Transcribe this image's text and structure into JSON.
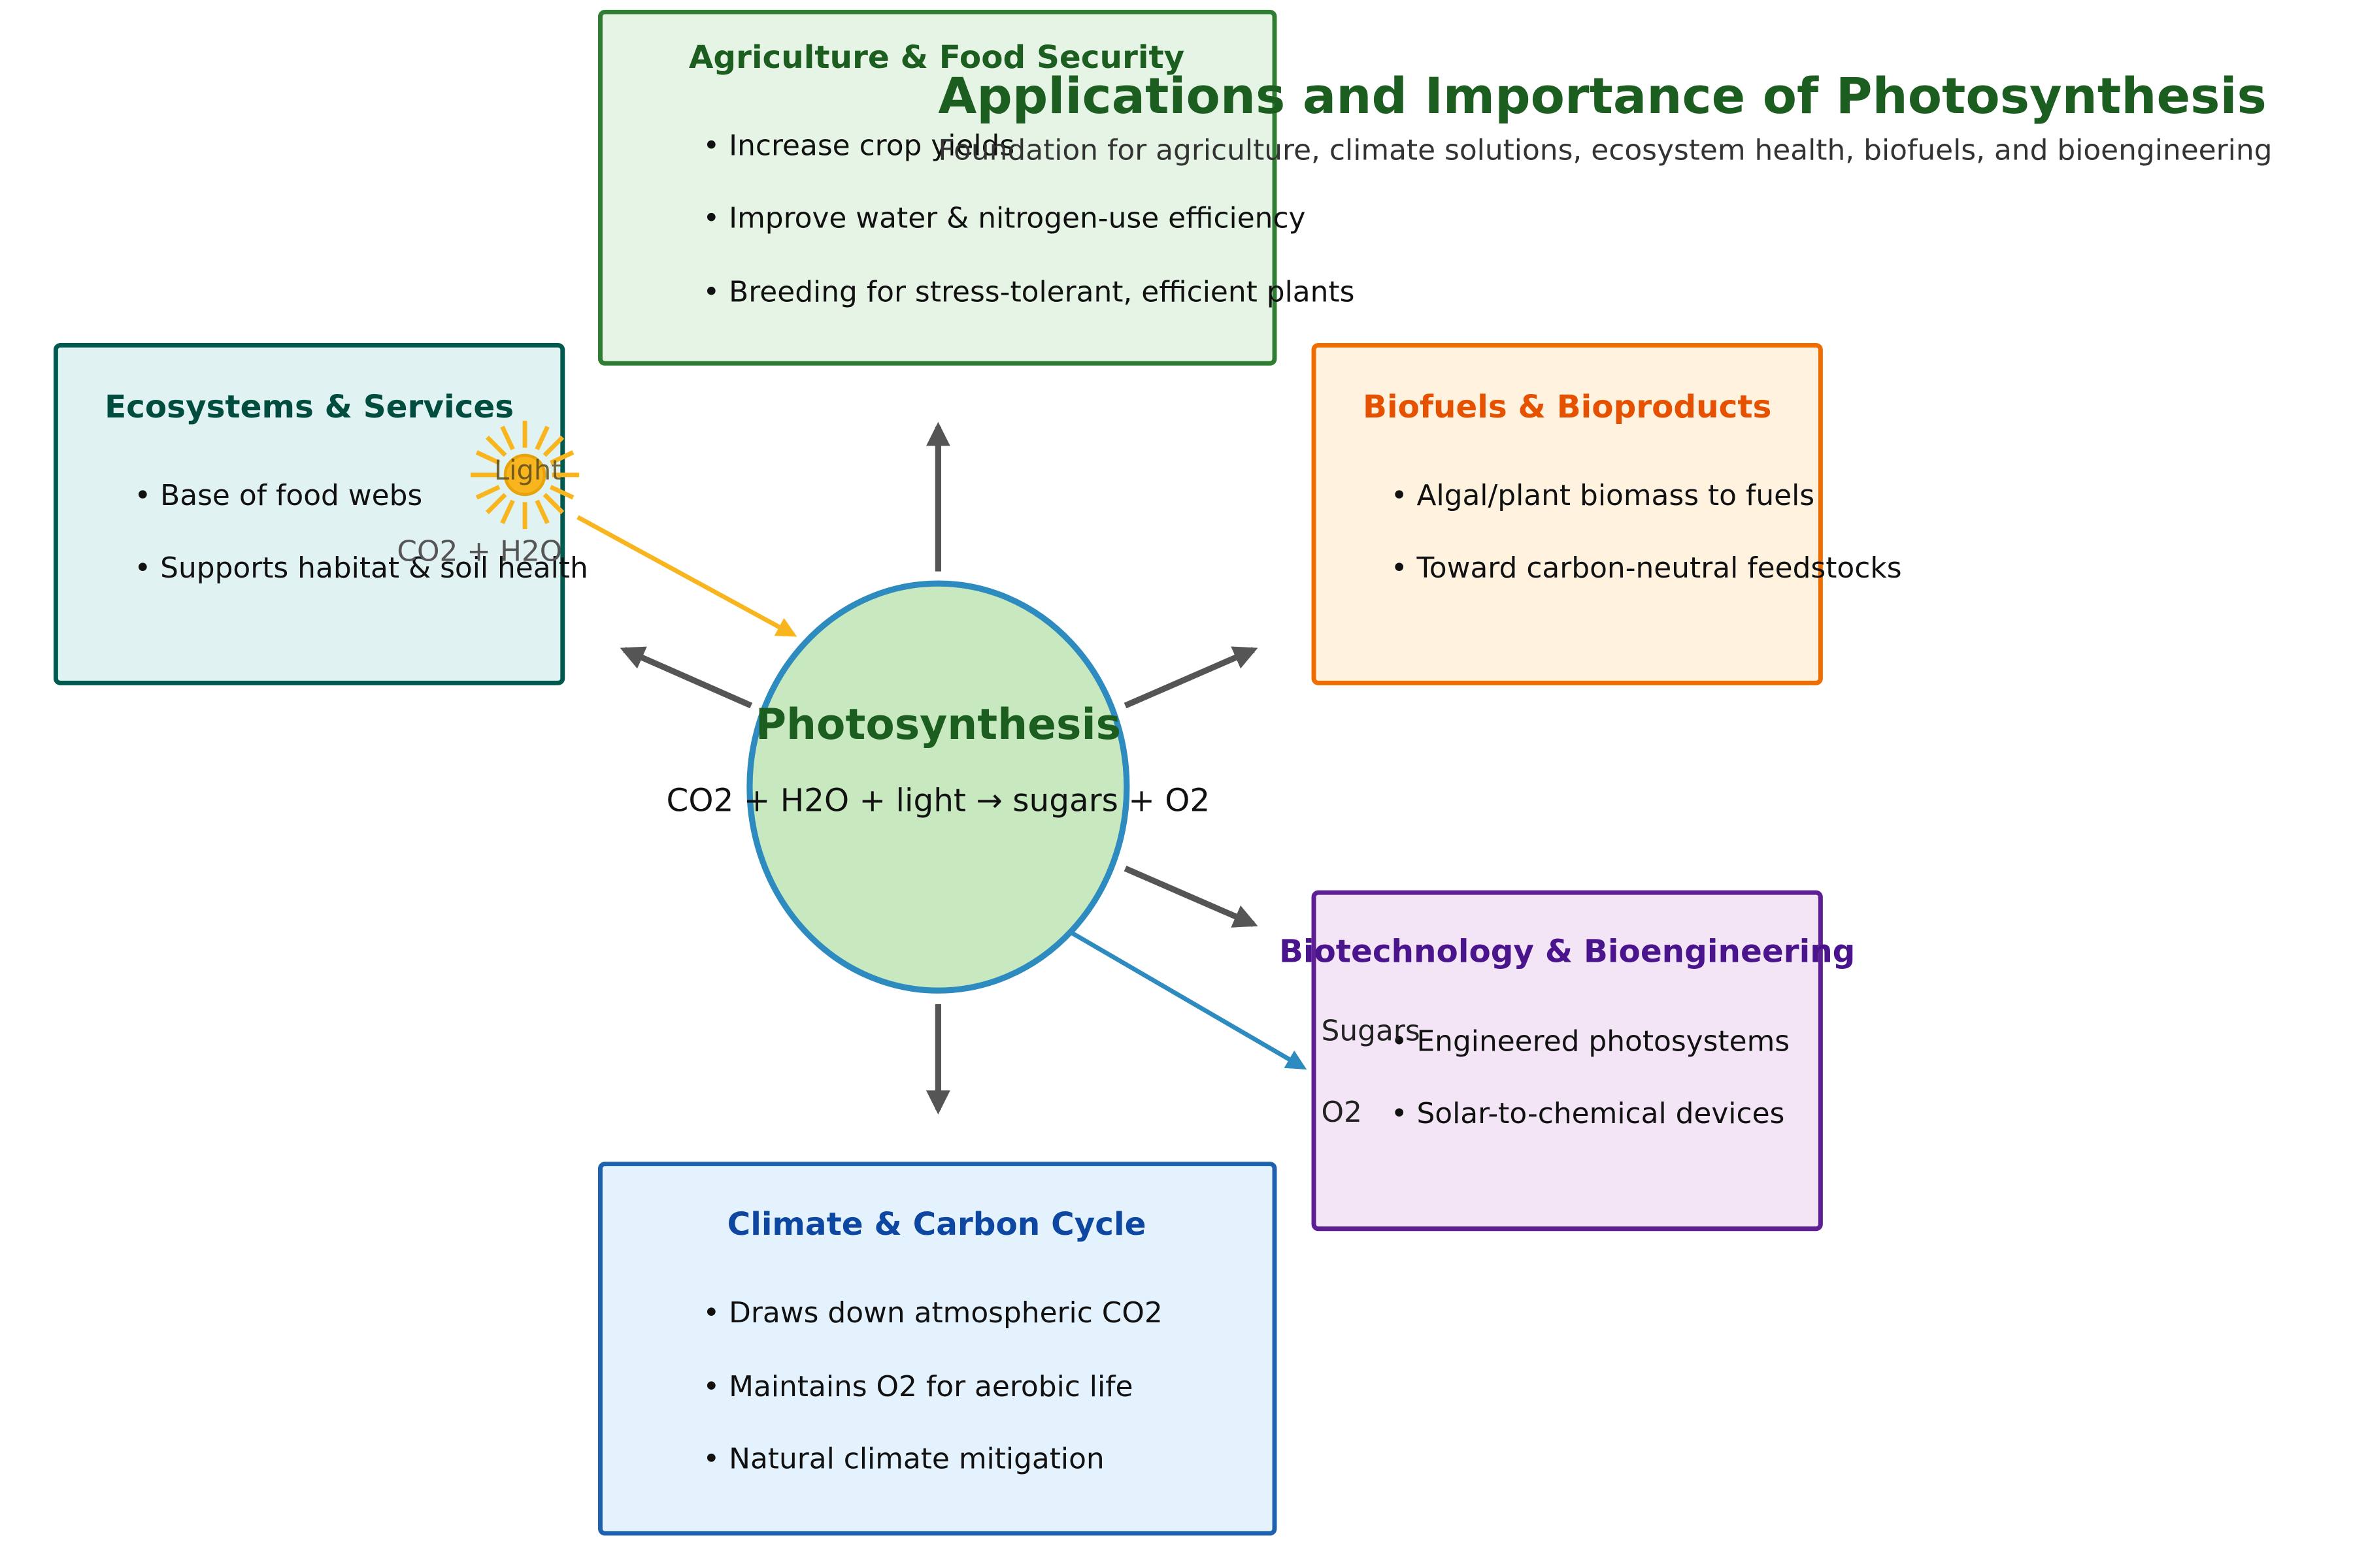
{
  "header": {
    "title": "Applications and Importance of Photosynthesis",
    "subtitle": "Foundation for agriculture, climate solutions, ecosystem health, biofuels, and bioengineering"
  },
  "center": {
    "title": "Photosynthesis",
    "equation": "CO2 + H2O + light → sugars + O2"
  },
  "inputs": {
    "light_label": "Light",
    "reactants_label": "CO2 + H2O"
  },
  "outputs": {
    "sugars_label": "Sugars",
    "o2_label": "O2"
  },
  "boxes": {
    "agriculture": {
      "title": "Agriculture & Food Security",
      "items": [
        "• Increase crop yields",
        "• Improve water & nitrogen-use efficiency",
        "• Breeding for stress-tolerant, efficient plants"
      ]
    },
    "ecosystems": {
      "title": "Ecosystems & Services",
      "items": [
        "• Base of food webs",
        "• Supports habitat & soil health"
      ]
    },
    "biofuels": {
      "title": "Biofuels & Bioproducts",
      "items": [
        "• Algal/plant biomass to fuels",
        "• Toward carbon-neutral feedstocks"
      ]
    },
    "biotech": {
      "title": "Biotechnology & Bioengineering",
      "items": [
        "• Engineered photosystems",
        "• Solar-to-chemical devices"
      ]
    },
    "climate": {
      "title": "Climate & Carbon Cycle",
      "items": [
        "• Draws down atmospheric CO2",
        "• Maintains O2 for aerobic life",
        "• Natural climate mitigation"
      ]
    }
  },
  "colors": {
    "title_green": "#1b5e20",
    "arrow_gray": "#555555",
    "sun": "#f9b51e",
    "circle_fill": "#c8e9c0",
    "circle_stroke": "#2e8bbf"
  }
}
